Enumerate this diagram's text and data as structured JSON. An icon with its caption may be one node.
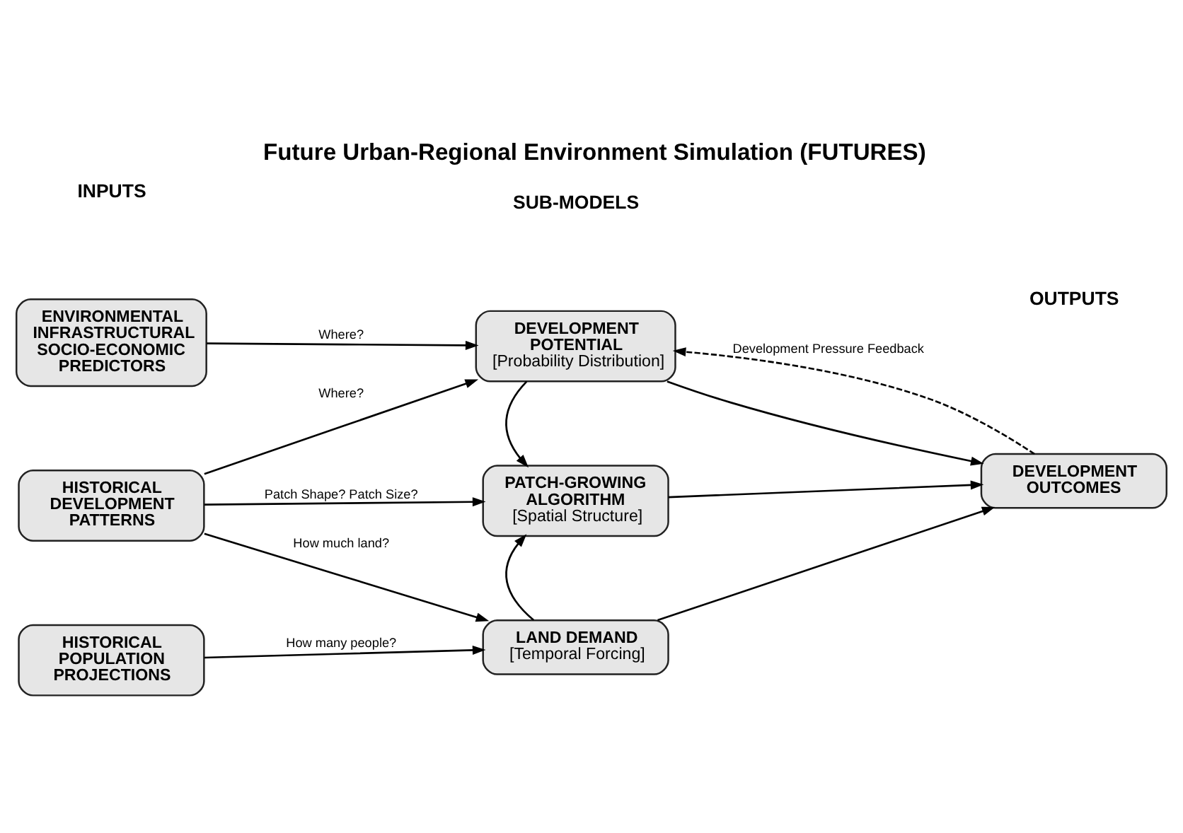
{
  "diagram": {
    "title": "Future Urban-Regional Environment Simulation (FUTURES)",
    "nodes": [
      {
        "text": [
          "ENVIRONMENTAL INFRASTRUCTURAL SOCIO-ECONOMIC PREDICTORS"
        ]
      },
      {
        "text": [
          "DEVELOPMENT POTENTIAL",
          "[Probability Distribution]"
        ]
      },
      {
        "text": [
          "HISTORICAL DEVELOPMENT PATTERNS"
        ]
      },
      {
        "text": [
          "PATCH-GROWING ALGORITHM",
          "[Spatial Structure]"
        ]
      },
      {
        "text": [
          "DEVELOPMENT OUTCOMES"
        ]
      },
      {
        "text": [
          "HISTORICAL POPULATION PROJECTIONS"
        ]
      },
      {
        "text": [
          "LAND DEMAND",
          "[Temporal Forcing]"
        ]
      }
    ],
    "edges": [
      {
        "from": 0,
        "to": 1,
        "arrow": "to",
        "label": "Where?"
      },
      {
        "from": 2,
        "to": 1,
        "arrow": "to",
        "label": "Where?"
      },
      {
        "from": 2,
        "to": 3,
        "arrow": "to",
        "label": "Patch Shape? Patch Size?"
      },
      {
        "from": 2,
        "to": 6,
        "arrow": "to",
        "label": "How much land?"
      },
      {
        "from": 5,
        "to": 6,
        "arrow": "to",
        "label": "How many people?"
      },
      {
        "from": 1,
        "to": 3,
        "arrow": "to"
      },
      {
        "from": 6,
        "to": 3,
        "arrow": "to"
      },
      {
        "from": 1,
        "to": 4,
        "arrow": "to"
      },
      {
        "from": 3,
        "to": 4,
        "arrow": "to"
      },
      {
        "from": 6,
        "to": 4,
        "arrow": "to"
      },
      {
        "from": 4,
        "to": 1,
        "arrow": "to",
        "style": "dashed",
        "label": "Development Pressure Feedback"
      }
    ],
    "labels": [
      "INPUTS",
      "SUB-MODELS",
      "OUTPUTS"
    ]
  }
}
